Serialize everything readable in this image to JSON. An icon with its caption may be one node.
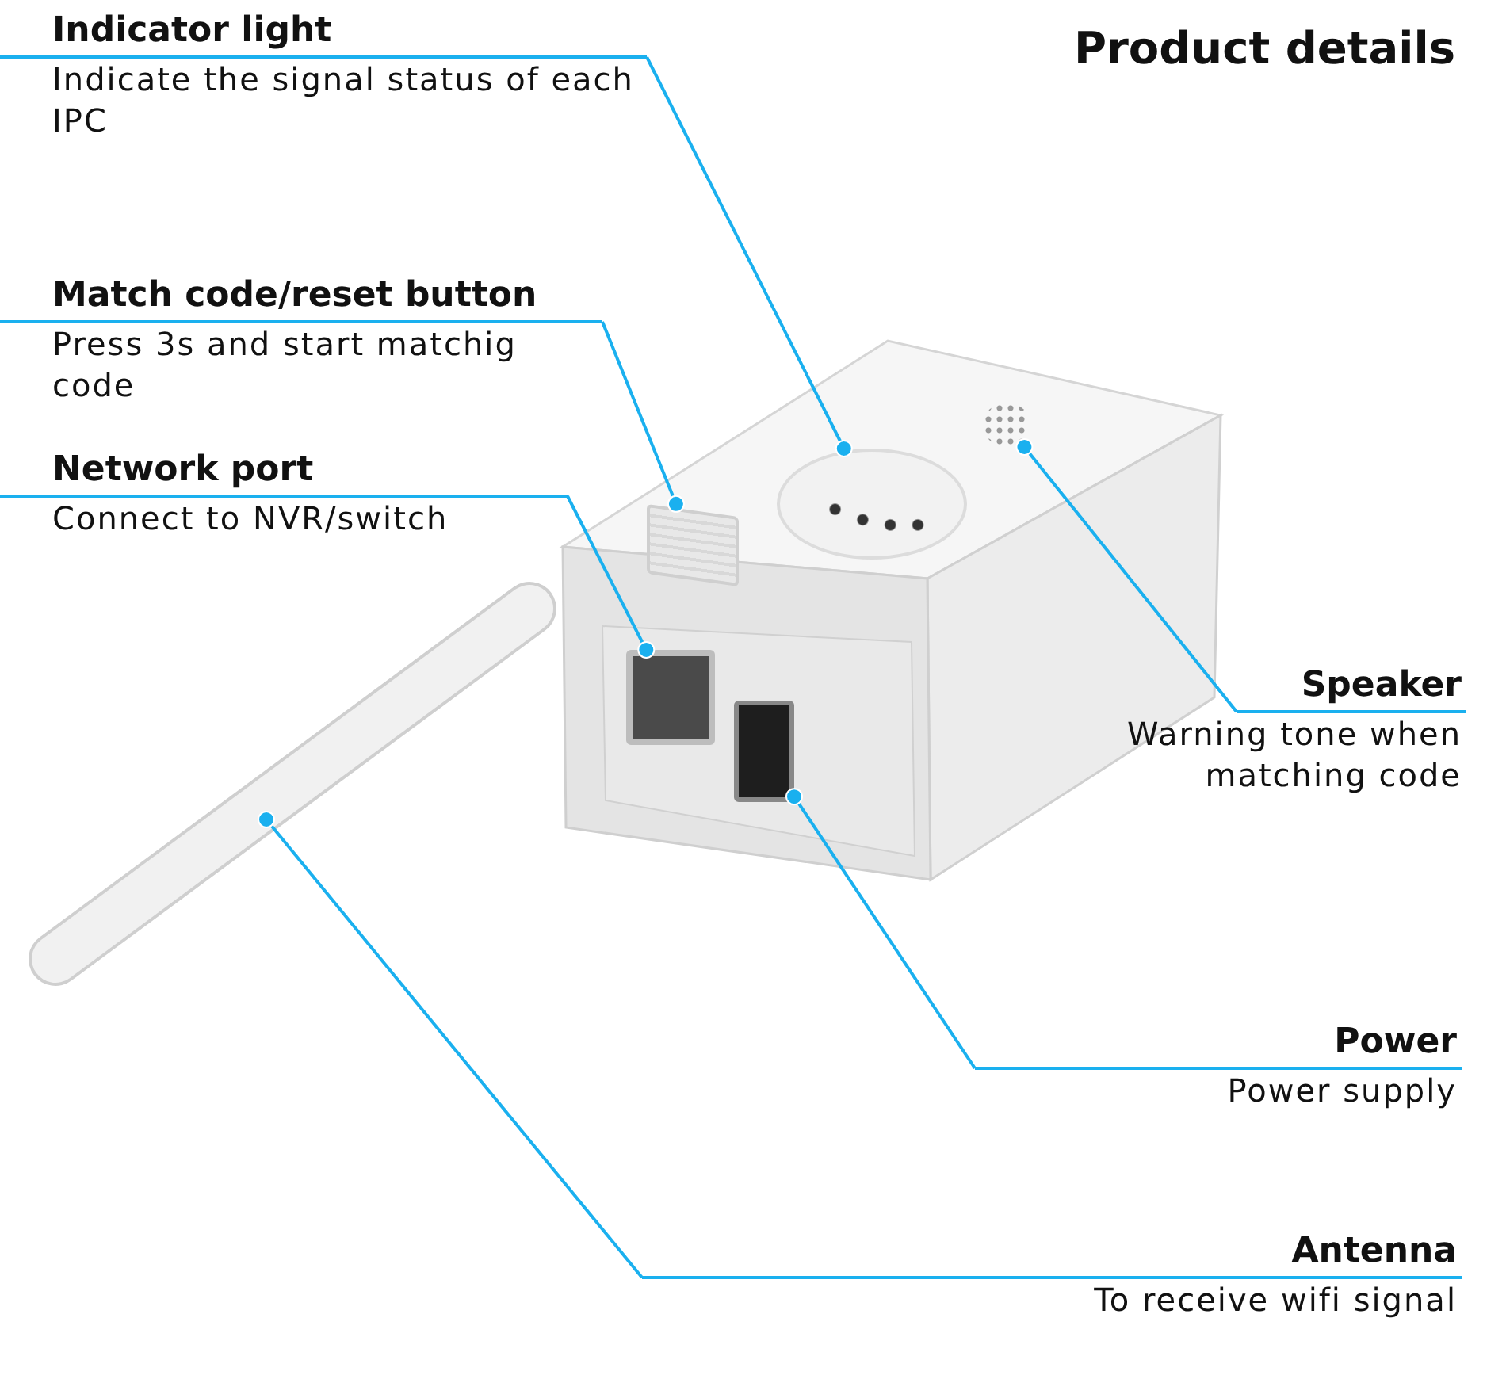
{
  "diagram": {
    "title": "Product details",
    "nodes": [
      {
        "text": [
          "Indicator light",
          "Indicate the signal status of each IPC"
        ]
      },
      {
        "text": [
          "Match code/reset button",
          "Press 3s and start matchig code"
        ]
      },
      {
        "text": [
          "Network port",
          "Connect to NVR/switch"
        ]
      },
      {
        "text": [
          "Speaker",
          "Warning tone when matching code"
        ]
      },
      {
        "text": [
          "Power",
          "Power supply"
        ]
      },
      {
        "text": [
          "Antenna",
          "To receive wifi signal"
        ]
      },
      {
        "text": [],
        "shape": "circle"
      },
      {
        "text": [],
        "shape": "box"
      },
      {
        "text": [],
        "shape": "box"
      },
      {
        "text": [],
        "shape": "circle"
      },
      {
        "text": [],
        "shape": "box"
      },
      {
        "text": [],
        "shape": "bar"
      }
    ],
    "edges": [
      {
        "from": 0,
        "to": 6,
        "arrow": "other"
      },
      {
        "from": 1,
        "to": 7,
        "arrow": "other"
      },
      {
        "from": 2,
        "to": 8,
        "arrow": "other"
      },
      {
        "from": 3,
        "to": 9,
        "arrow": "other"
      },
      {
        "from": 4,
        "to": 10,
        "arrow": "other"
      },
      {
        "from": 5,
        "to": 11,
        "arrow": "other"
      }
    ]
  }
}
